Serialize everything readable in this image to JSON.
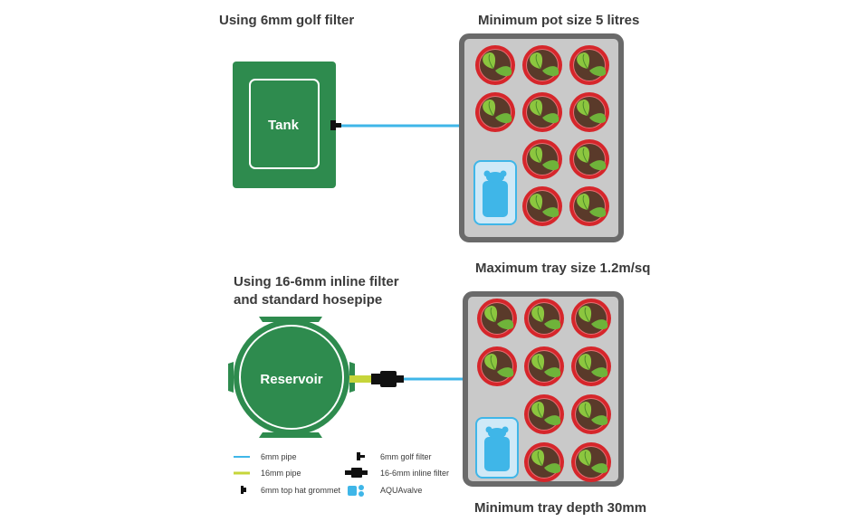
{
  "top": {
    "left_caption": "Using 6mm golf filter",
    "right_caption": "Minimum pot size 5 litres",
    "tank_label": "Tank"
  },
  "bottom": {
    "left_caption_line1": "Using 16-6mm inline filter",
    "left_caption_line2": "and standard hosepipe",
    "right_caption": "Maximum tray size 1.2m/sq",
    "reservoir_label": "Reservoir",
    "footer_caption": "Minimum tray depth 30mm"
  },
  "legend": {
    "pipe_6mm": "6mm pipe",
    "pipe_16mm": "16mm pipe",
    "grommet": "6mm top hat grommet",
    "golf_filter": "6mm golf filter",
    "inline_filter": "16-6mm inline filter",
    "aquavalve": "AQUAvalve"
  },
  "colors": {
    "green": "#2e8b4e",
    "green_dark": "#1f6e3a",
    "pipe_blue": "#3fb6e8",
    "hose_lime": "#c6d53a",
    "tray_dark": "#6a6a6a",
    "tray_fill": "#c9c9c9",
    "pot_red": "#d6262b",
    "soil": "#5a3a2a",
    "leaf": "#8cc63f"
  }
}
